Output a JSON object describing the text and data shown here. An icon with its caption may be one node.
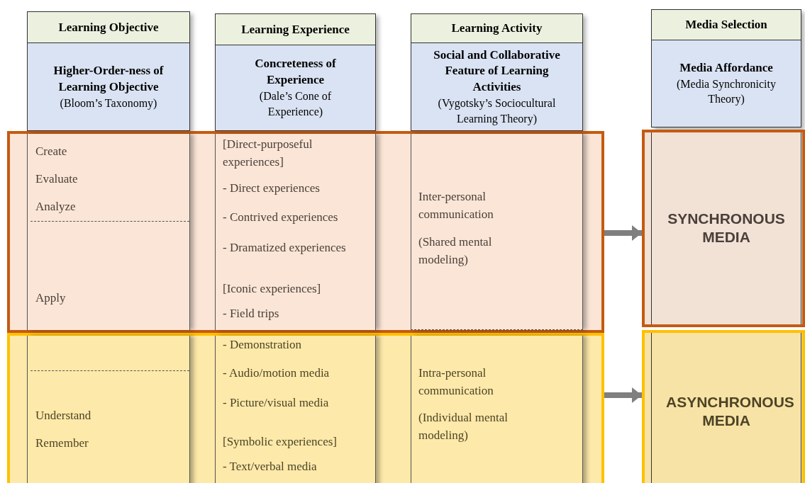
{
  "diagram": {
    "nodes": [
      {
        "text": [
          "Learning Objective",
          "Higher-Order-ness of Learning Objective",
          "(Bloom’s Taxonomy)"
        ]
      },
      {
        "text": [
          "Learning Experience",
          "Concreteness of Experience",
          "(Dale’s Cone of Experience)"
        ]
      },
      {
        "text": [
          "Learning Activity",
          "Social and Collaborative Feature of Learning Activities",
          "(Vygotsky’s Sociocultural Learning Theory)"
        ]
      },
      {
        "text": [
          "Media Selection",
          "Media Affordance",
          "(Media Synchronicity Theory)"
        ]
      },
      {
        "text": [],
        "shape": "box"
      },
      {
        "text": [
          "Create",
          "Evaluate",
          "Analyze",
          "Apply"
        ],
        "in": 4
      },
      {
        "text": [
          "[Direct-purposeful experiences]",
          "- Direct experiences",
          "- Contrived experiences",
          "- Dramatized experiences",
          "[Iconic experiences]",
          "- Field trips"
        ],
        "in": 4
      },
      {
        "text": [
          "Inter-personal communication",
          "(Shared mental modeling)"
        ],
        "in": 4
      },
      {
        "text": [
          "SYNCHRONOUS MEDIA"
        ]
      },
      {
        "text": [],
        "shape": "box"
      },
      {
        "text": [
          "Understand",
          "Remember"
        ],
        "in": 9
      },
      {
        "text": [
          "- Demonstration",
          "- Audio/motion media",
          "- Picture/visual media",
          "[Symbolic experiences]",
          "- Text/verbal media"
        ],
        "in": 9
      },
      {
        "text": [
          "Intra-personal communication",
          "(Individual mental modeling)"
        ],
        "in": 9
      },
      {
        "text": [
          "ASYNCHRONOUS MEDIA"
        ]
      }
    ],
    "edges": [
      {
        "from": 4,
        "to": 8,
        "arrow": "to"
      },
      {
        "from": 9,
        "to": 13,
        "arrow": "to"
      }
    ]
  }
}
